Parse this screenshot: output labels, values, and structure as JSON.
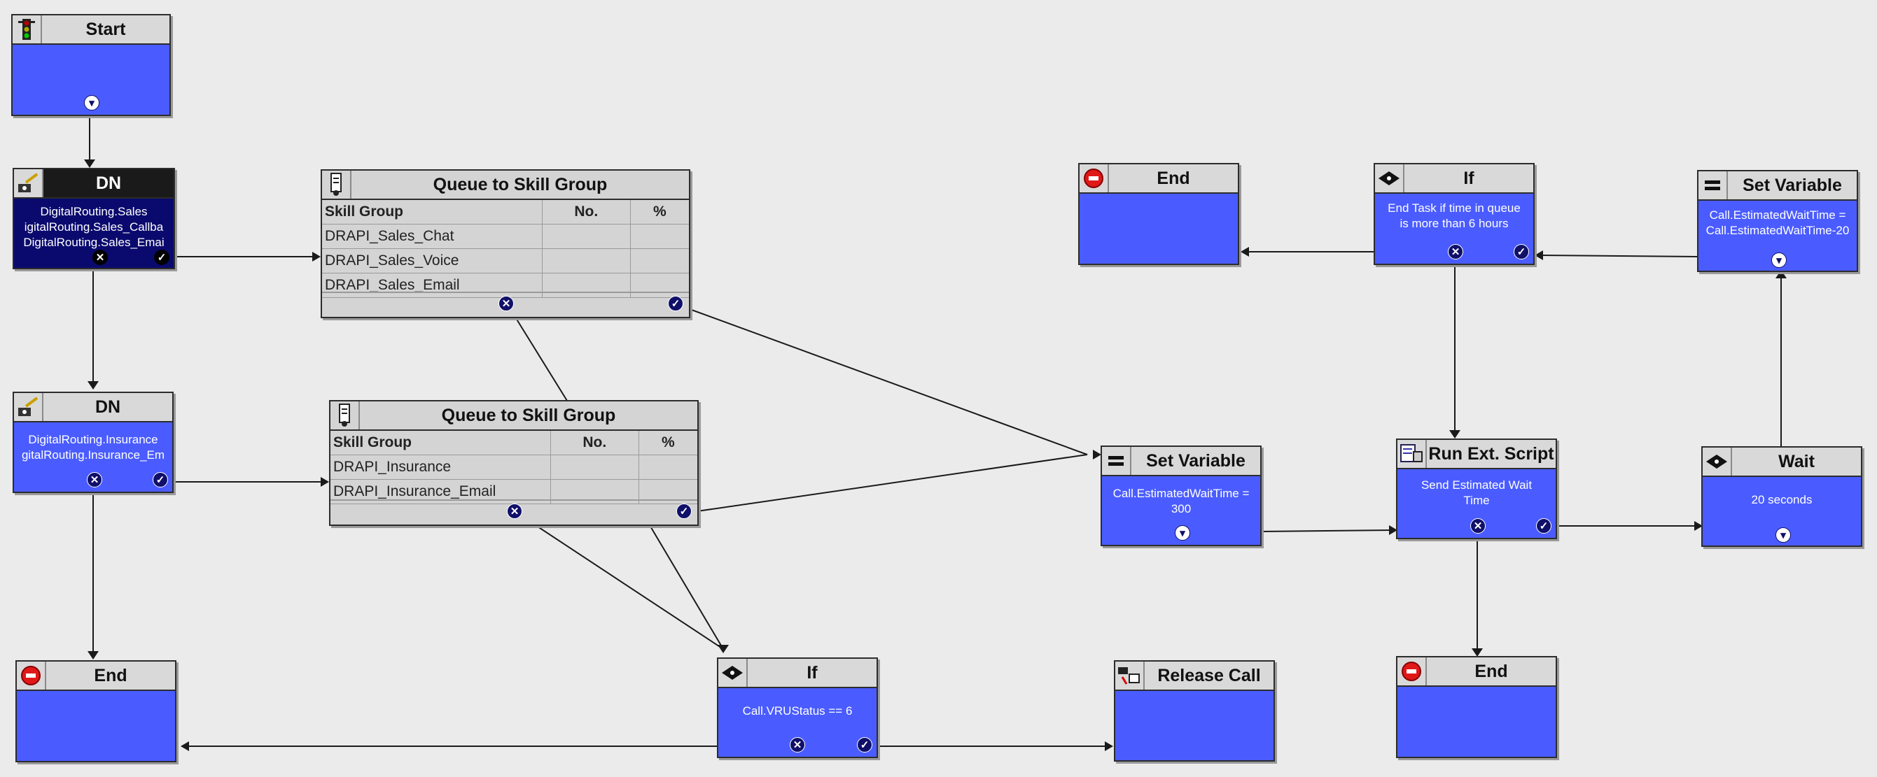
{
  "colors": {
    "node_body": "#4a5cff",
    "node_selected": "#0a0a6e",
    "title_bar": "#d9d9d9",
    "background": "#ebebeb",
    "wire": "#1a1a1a",
    "end_icon": "#e01818"
  },
  "start": {
    "title": "Start"
  },
  "dn_sales": {
    "title": "DN",
    "lines": [
      "DigitalRouting.Sales",
      "igitalRouting.Sales_Callba",
      "DigitalRouting.Sales_Emai"
    ]
  },
  "dn_insurance": {
    "title": "DN",
    "lines": [
      "DigitalRouting.Insurance",
      "gitalRouting.Insurance_Em"
    ]
  },
  "end_left": {
    "title": "End"
  },
  "queue_sales": {
    "title": "Queue to Skill Group",
    "headers": [
      "Skill Group",
      "No.",
      "%"
    ],
    "rows": [
      "DRAPI_Sales_Chat",
      "DRAPI_Sales_Voice",
      "DRAPI_Sales_Email"
    ]
  },
  "queue_insurance": {
    "title": "Queue to Skill Group",
    "headers": [
      "Skill Group",
      "No.",
      "%"
    ],
    "rows": [
      "DRAPI_Insurance",
      "DRAPI_Insurance_Email"
    ]
  },
  "if_vru": {
    "title": "If",
    "lines": [
      "Call.VRUStatus == 6"
    ]
  },
  "release_call": {
    "title": "Release Call"
  },
  "end_top": {
    "title": "End"
  },
  "if_time": {
    "title": "If",
    "lines": [
      "End Task if time in queue",
      "is more than 6 hours"
    ]
  },
  "setvar_top": {
    "title": "Set Variable",
    "lines": [
      "Call.EstimatedWaitTime =",
      "Call.EstimatedWaitTime-20"
    ]
  },
  "setvar_mid": {
    "title": "Set Variable",
    "lines": [
      "Call.EstimatedWaitTime =",
      "300"
    ]
  },
  "run_script": {
    "title": "Run Ext. Script",
    "lines": [
      "Send Estimated Wait",
      "Time"
    ]
  },
  "wait": {
    "title": "Wait",
    "lines": [
      "20 seconds"
    ]
  },
  "end_bottom": {
    "title": "End"
  }
}
